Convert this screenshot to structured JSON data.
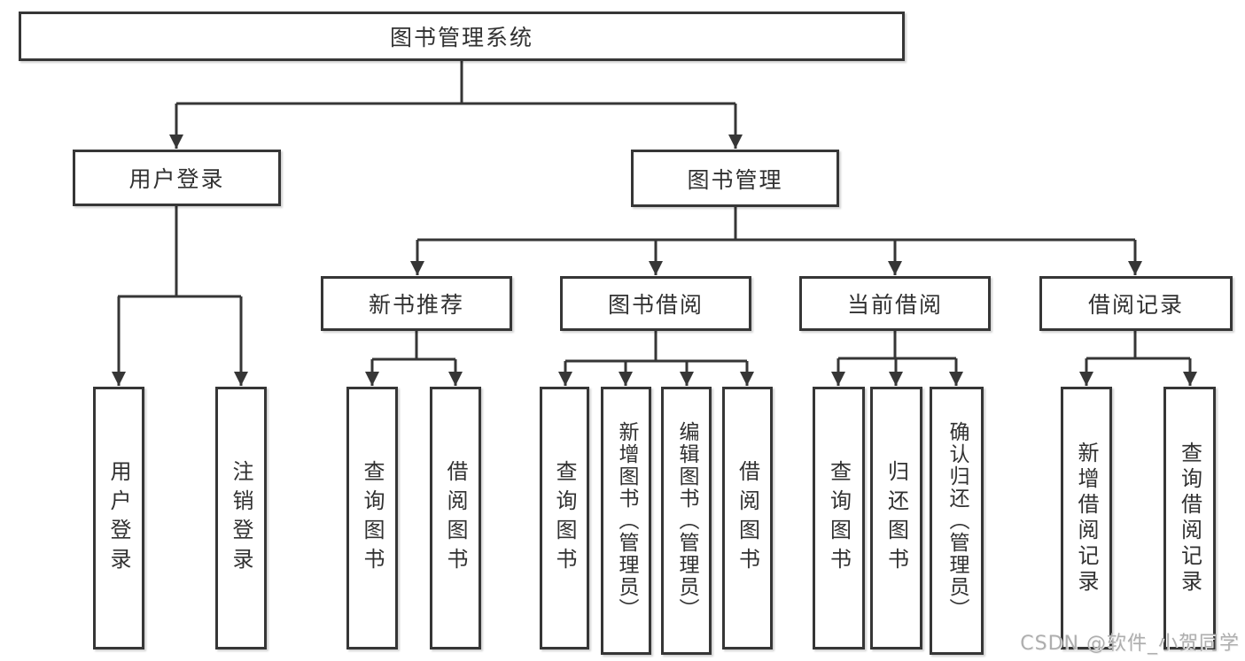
{
  "watermark": "CSDN @软件_小贺同学",
  "colors": {
    "line": "#363636",
    "box_border": "#363636",
    "text": "#313131",
    "watermark": "#aeaeae",
    "background": "#ffffff"
  },
  "nodes": {
    "root": {
      "label": "图书管理系统"
    },
    "user_login": {
      "label": "用户登录"
    },
    "book_mgmt": {
      "label": "图书管理"
    },
    "new_book_rec": {
      "label": "新书推荐"
    },
    "book_borrow": {
      "label": "图书借阅"
    },
    "current_borrow": {
      "label": "当前借阅"
    },
    "borrow_record": {
      "label": "借阅记录"
    },
    "leaf_user_login": {
      "label": "用户登录"
    },
    "leaf_logout": {
      "label": "注销登录"
    },
    "leaf_nbr_query": {
      "label": "查询图书"
    },
    "leaf_nbr_borrow": {
      "label": "借阅图书"
    },
    "leaf_bb_query": {
      "label": "查询图书"
    },
    "leaf_bb_add": {
      "label": "新增图书（管理员）"
    },
    "leaf_bb_edit": {
      "label": "编辑图书（管理员）"
    },
    "leaf_bb_borrow": {
      "label": "借阅图书"
    },
    "leaf_cb_query": {
      "label": "查询图书"
    },
    "leaf_cb_return": {
      "label": "归还图书"
    },
    "leaf_cb_confirm": {
      "label": "确认归还（管理员）"
    },
    "leaf_br_add": {
      "label": "新增借阅记录"
    },
    "leaf_br_query": {
      "label": "查询借阅记录"
    }
  },
  "hierarchy": {
    "label": "图书管理系统",
    "children": [
      {
        "label": "用户登录",
        "children": [
          {
            "label": "用户登录"
          },
          {
            "label": "注销登录"
          }
        ]
      },
      {
        "label": "图书管理",
        "children": [
          {
            "label": "新书推荐",
            "children": [
              {
                "label": "查询图书"
              },
              {
                "label": "借阅图书"
              }
            ]
          },
          {
            "label": "图书借阅",
            "children": [
              {
                "label": "查询图书"
              },
              {
                "label": "新增图书（管理员）"
              },
              {
                "label": "编辑图书（管理员）"
              },
              {
                "label": "借阅图书"
              }
            ]
          },
          {
            "label": "当前借阅",
            "children": [
              {
                "label": "查询图书"
              },
              {
                "label": "归还图书"
              },
              {
                "label": "确认归还（管理员）"
              }
            ]
          },
          {
            "label": "借阅记录",
            "children": [
              {
                "label": "新增借阅记录"
              },
              {
                "label": "查询借阅记录"
              }
            ]
          }
        ]
      }
    ]
  }
}
